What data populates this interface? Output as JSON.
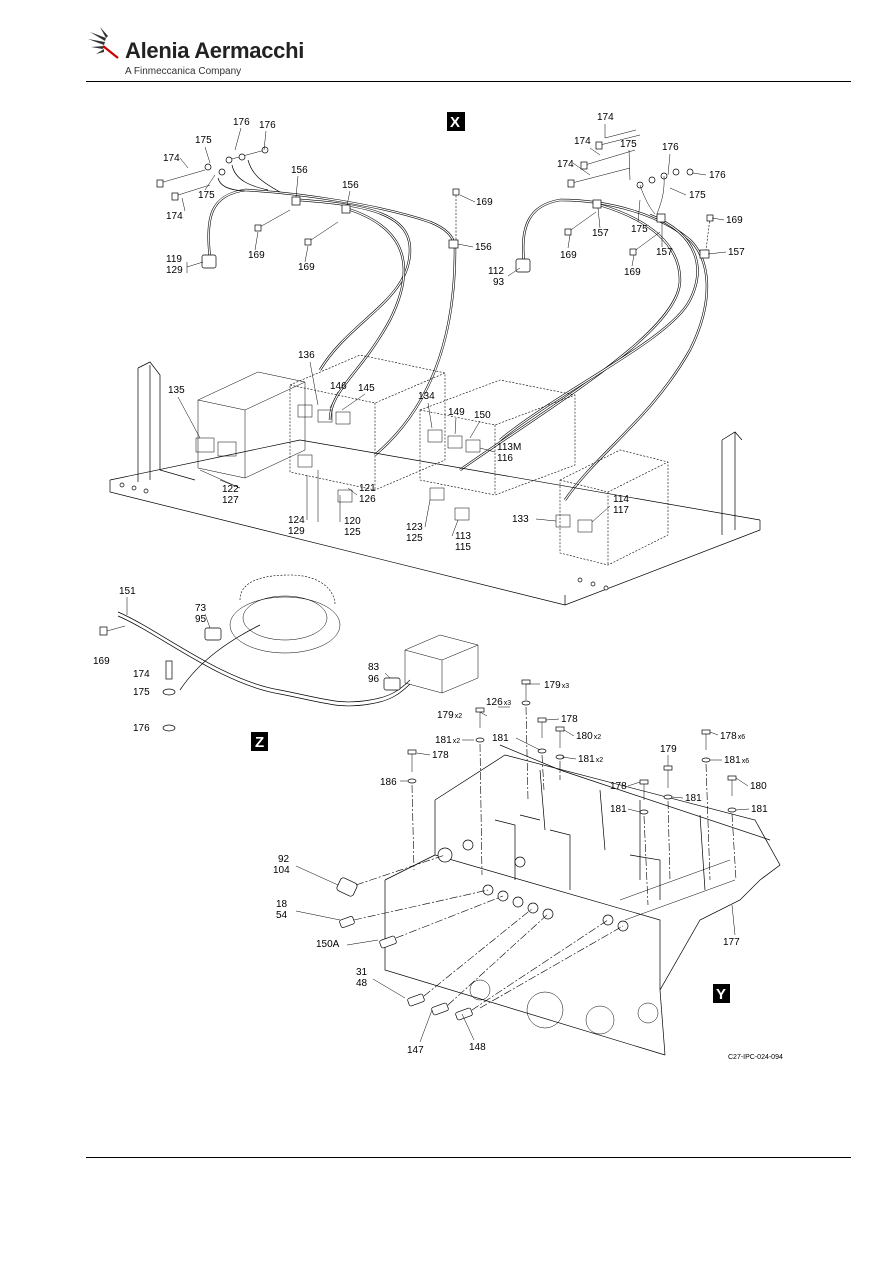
{
  "header": {
    "brand_name": "Alenia Aermacchi",
    "brand_tagline": "A Finmeccanica Company"
  },
  "figure": {
    "reference": "C27-IPC-024-094",
    "zones": [
      "X",
      "Z",
      "Y"
    ],
    "callouts_x": {
      "c176a": "176",
      "c176b": "176",
      "c175a": "175",
      "c174a": "174",
      "c175b": "175",
      "c174b": "174",
      "c156a": "156",
      "c156b": "156",
      "c156c": "156",
      "c169a": "169",
      "c169b": "169",
      "c169c": "169",
      "c119": "119",
      "c129a": "129",
      "c174c": "174",
      "c174d": "174",
      "c175c": "175",
      "c174e": "174",
      "c176c": "176",
      "c176d": "176",
      "c175d": "175",
      "c175e": "175",
      "c169d": "169",
      "c157a": "157",
      "c157b": "157",
      "c157c": "157",
      "c169e": "169",
      "c169f": "169",
      "c112": "112",
      "c93": "93",
      "c136": "136",
      "c146": "146",
      "c145": "145",
      "c135": "135",
      "c134": "134",
      "c149": "149",
      "c150": "150",
      "c113M": "113M",
      "c116": "116",
      "c121": "121",
      "c126": "126",
      "c122": "122",
      "c127": "127",
      "c114": "114",
      "c117": "117",
      "c124": "124",
      "c129b": "129",
      "c120": "120",
      "c125a": "125",
      "c123": "123",
      "c125b": "125",
      "c113": "113",
      "c115": "115",
      "c133": "133"
    },
    "callouts_z": {
      "c151": "151",
      "c73": "73",
      "c95": "95",
      "c169": "169",
      "c174": "174",
      "c175": "175",
      "c176": "176",
      "c83": "83",
      "c96": "96"
    },
    "callouts_y": {
      "c179a": "179",
      "c179a_q": "x3",
      "c126": "126",
      "c126_q": "x3",
      "c179b": "179",
      "c179b_q": "x2",
      "c178a": "178",
      "c181a": "181",
      "c181a_q": "x2",
      "c181b": "181",
      "c180a": "180",
      "c180a_q": "x2",
      "c178b": "178",
      "c181c": "181",
      "c181c_q": "x2",
      "c186": "186",
      "c179c": "179",
      "c178c": "178",
      "c178c_q": "x6",
      "c181d": "181",
      "c181d_q": "x6",
      "c178d": "178",
      "c181e": "181",
      "c181f": "181",
      "c180b": "180",
      "c181g": "181",
      "c92": "92",
      "c104": "104",
      "c18": "18",
      "c54": "54",
      "c150A": "150A",
      "c31": "31",
      "c48": "48",
      "c147": "147",
      "c148": "148",
      "c177": "177"
    }
  }
}
